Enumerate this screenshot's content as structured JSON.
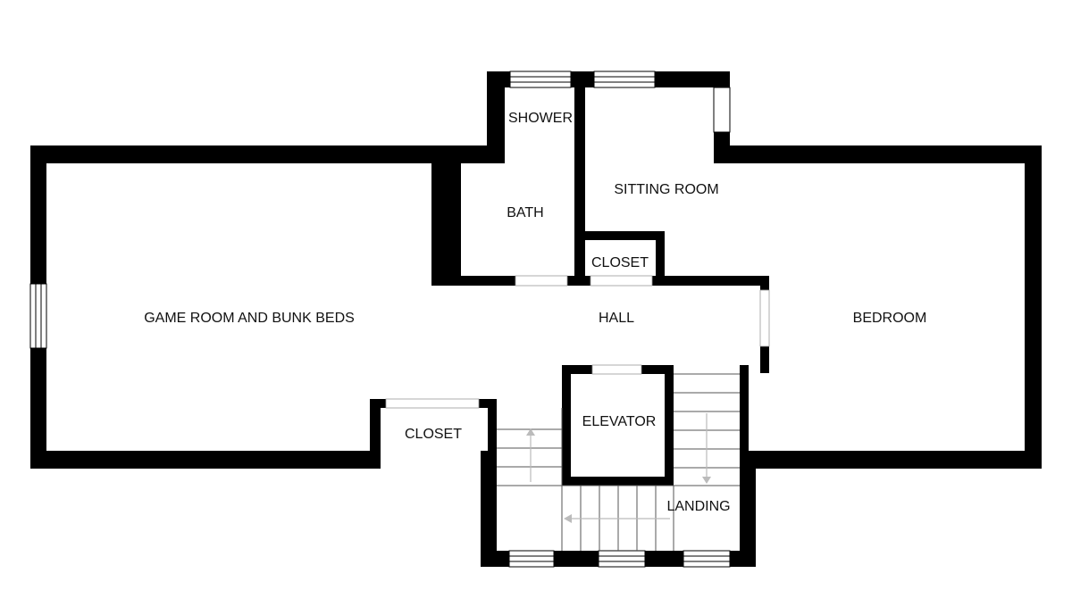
{
  "floor_plan": {
    "rooms": {
      "game_room": "GAME ROOM AND BUNK BEDS",
      "shower": "SHOWER",
      "bath": "BATH",
      "sitting_room": "SITTING ROOM",
      "closet_upper": "CLOSET",
      "hall": "HALL",
      "bedroom": "BEDROOM",
      "elevator": "ELEVATOR",
      "closet_lower": "CLOSET",
      "landing": "LANDING"
    }
  }
}
